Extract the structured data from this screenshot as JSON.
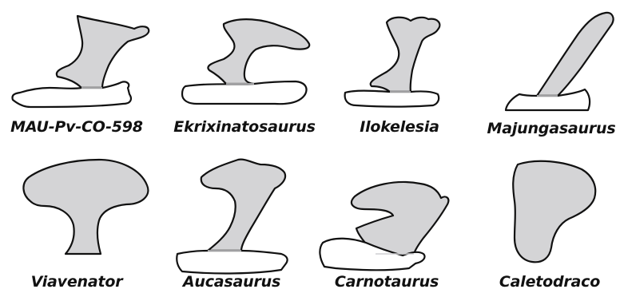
{
  "specimens": [
    {
      "name": "MAU-Pv-CO-598"
    },
    {
      "name": "Ekrixinatosaurus"
    },
    {
      "name": "Ilokelesia"
    },
    {
      "name": "Majungasaurus"
    },
    {
      "name": "Viavenator"
    },
    {
      "name": "Aucasaurus"
    },
    {
      "name": "Carnotaurus"
    },
    {
      "name": "Caletodraco"
    }
  ],
  "colors": {
    "process_fill": "#d4d4d6",
    "outline": "#111111",
    "base_fill": "#ffffff",
    "background": "#ffffff"
  }
}
